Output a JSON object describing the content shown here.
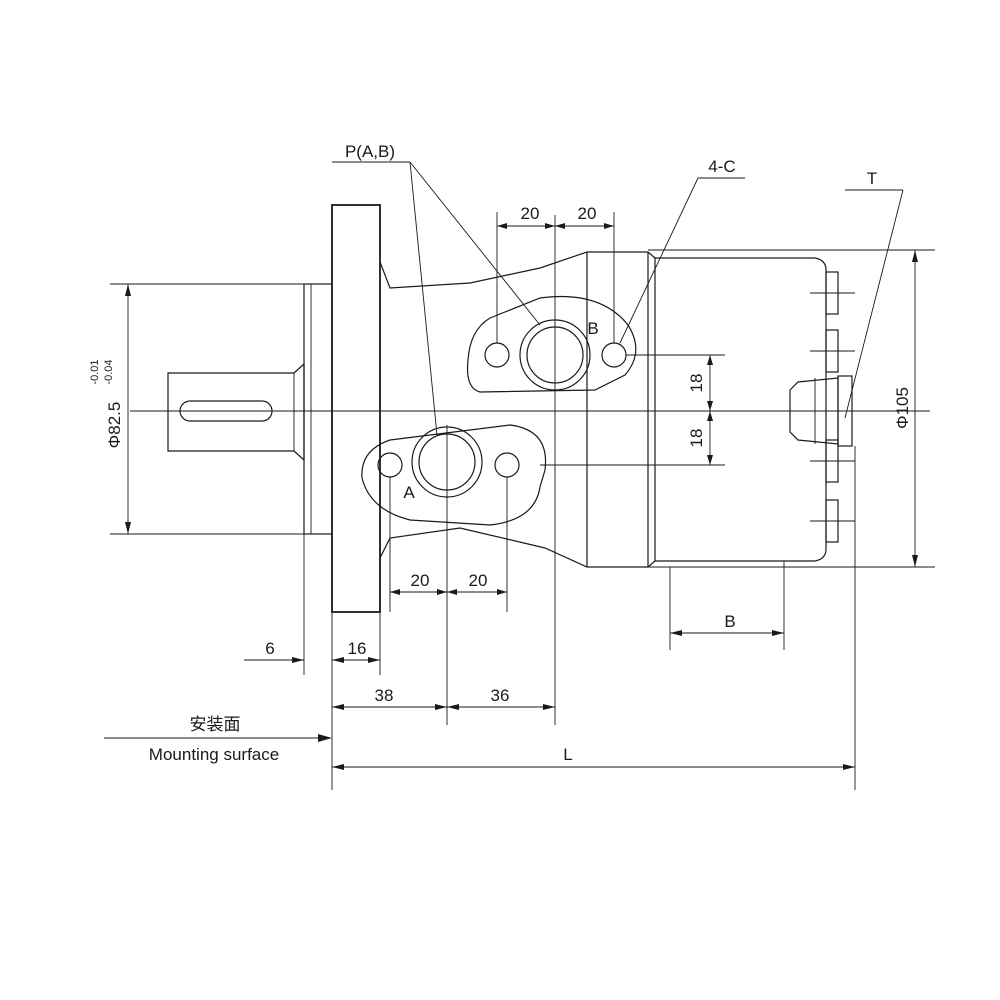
{
  "labels": {
    "port_p": "P(A,B)",
    "port_c": "4-C",
    "port_t": "T",
    "port_a": "A",
    "port_b": "B",
    "dim_b": "B",
    "dim_l": "L",
    "dim_20_top_left": "20",
    "dim_20_top_right": "20",
    "dim_20_bot_left": "20",
    "dim_20_bot_right": "20",
    "dim_18_upper": "18",
    "dim_18_lower": "18",
    "dim_6": "6",
    "dim_16": "16",
    "dim_38": "38",
    "dim_36": "36",
    "dim_phi105": "Φ105",
    "dim_phi82": "Φ82.5",
    "tol_upper": "-0.01",
    "tol_lower": "-0.04",
    "mounting_cn": "安装面",
    "mounting_en": "Mounting surface"
  },
  "colors": {
    "line": "#1a1a1a",
    "background": "#ffffff"
  }
}
